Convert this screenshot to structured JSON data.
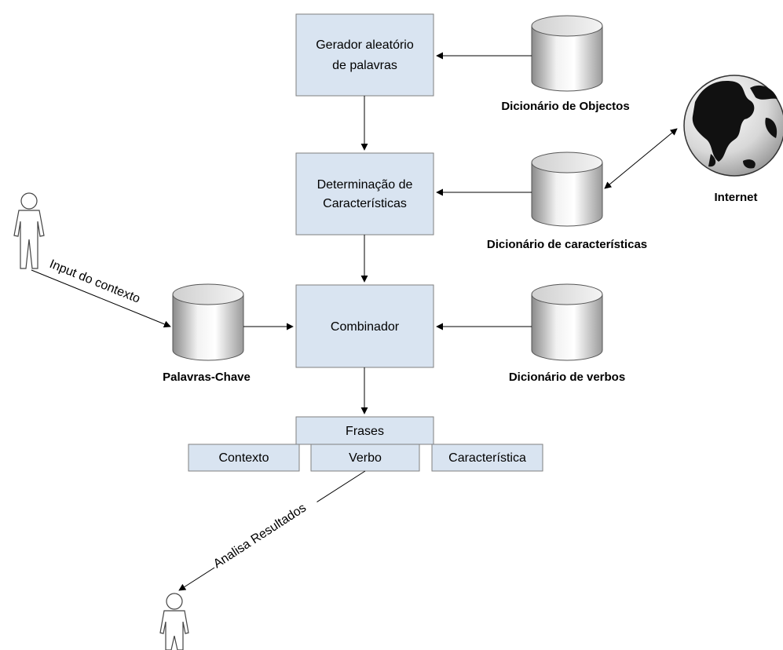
{
  "nodes": {
    "gerador_line1": "Gerador  aleatório",
    "gerador_line2": "de palavras",
    "determinacao_line1": "Determinação de",
    "determinacao_line2": "Características",
    "combinador": "Combinador"
  },
  "databases": {
    "objectos": "Dicionário de Objectos",
    "caracteristicas": "Dicionário de características",
    "verbos": "Dicionário de verbos",
    "palavras_chave": "Palavras-Chave"
  },
  "internet_label": "Internet",
  "output_table": {
    "header": "Frases",
    "cells": [
      "Contexto",
      "Verbo",
      "Característica"
    ]
  },
  "edge_labels": {
    "input": "Input do contexto",
    "analisa": "Analisa Resultados"
  },
  "colors": {
    "box_fill": "#d9e4f1",
    "box_stroke": "#7f7f7f"
  }
}
